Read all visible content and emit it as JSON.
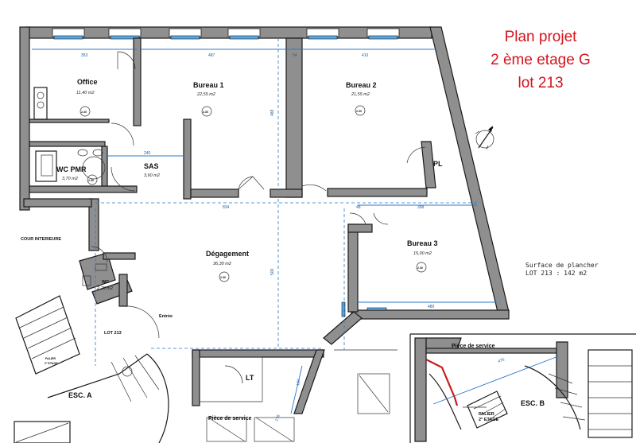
{
  "title": {
    "line1": "Plan projet",
    "line2": "2 ème etage G",
    "line3": "lot 213"
  },
  "surface": {
    "line1": "Surface de plancher",
    "line2": "LOT 213 : 142 m2"
  },
  "rooms": {
    "office": {
      "name": "Office",
      "area": "11,40   m2"
    },
    "bureau1": {
      "name": "Bureau 1",
      "area": "22,55 m2",
      "code": "2.30"
    },
    "bureau2": {
      "name": "Bureau 2",
      "area": "21,55 m2",
      "code": "2.30"
    },
    "bureau3": {
      "name": "Bureau 3",
      "area": "15,00 m2",
      "code": "2.30"
    },
    "wcpmr": {
      "name": "WC PMR",
      "area": "3,70 m2",
      "code": "2.30"
    },
    "sas": {
      "name": "SAS",
      "area": "3,60 m2"
    },
    "degagement": {
      "name": "Dégagement",
      "area": "36,30 m2",
      "code": "2.30"
    },
    "wc": {
      "name": "WC",
      "area": "2,25 m2"
    },
    "office_code": "2.30",
    "pl": "PL",
    "lt": "LT"
  },
  "labels": {
    "cour": "COUR INTERIEURE",
    "entree": "Entrée",
    "lot": "LOT 213",
    "palier_a_1": "PALIER",
    "palier_a_2": "2° ETAGE",
    "esc_a": "ESC. A",
    "piece_service_main": "Pièce de service",
    "piece_service_inset": "Pièce de service",
    "esc_b": "ESC. B",
    "palier_b_1": "PALIER",
    "palier_b_2": "2° ETAGE"
  },
  "dimensions": {
    "d_office_w": "353",
    "d_b1_w": "487",
    "d_mid": "54",
    "d_b2_w": "410",
    "d_b1_h": "488",
    "d_sas_w": "240",
    "d_corr_w": "834",
    "d_b3_a": "48",
    "d_b3_b": "398",
    "d_deg_h": "500",
    "d_b3_bottom": "480",
    "d_lt_h": "187",
    "d_lt_w": "178",
    "d_inset": "476"
  }
}
